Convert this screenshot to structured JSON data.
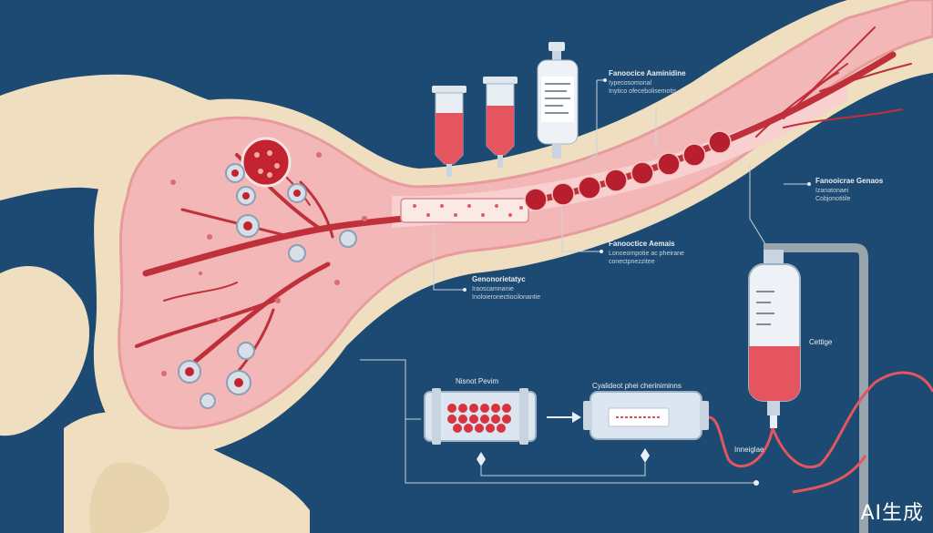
{
  "labels": {
    "top": {
      "title": "Fanoocice Aaminidine",
      "lines": [
        "Iypecosomonal",
        "Inytico ofecebolisemotis"
      ]
    },
    "right": {
      "title": "Fanooicrae Genaos",
      "lines": [
        "Izanatonaei",
        "Cobjonotitile"
      ]
    },
    "middle": {
      "title": "Fanooctice Aemais",
      "lines": [
        "Lonoeompotie ac pheirane",
        "conectpnezzitee"
      ]
    },
    "left": {
      "title": "Genonorietatyc",
      "lines": [
        "Iraoscamnanie",
        "Inoloieronectiocilonantie"
      ]
    }
  },
  "captions": {
    "filter": "Nisnot Pevim",
    "device": "Cyalideot phei cheriniminns",
    "bag": "Cettige",
    "tube": "Inneiglae"
  },
  "watermark": "AI生成",
  "colors": {
    "background": "#1d4a72",
    "bone": "#efdfc0",
    "tissue": "#f3b7b7",
    "vessel": "#c0303a",
    "blood": "#d8525c",
    "cells": "#b71f2e"
  },
  "icons": [
    "test-tube-icon",
    "iv-bag-icon",
    "filter-cartridge-icon",
    "arrow-right-icon"
  ]
}
